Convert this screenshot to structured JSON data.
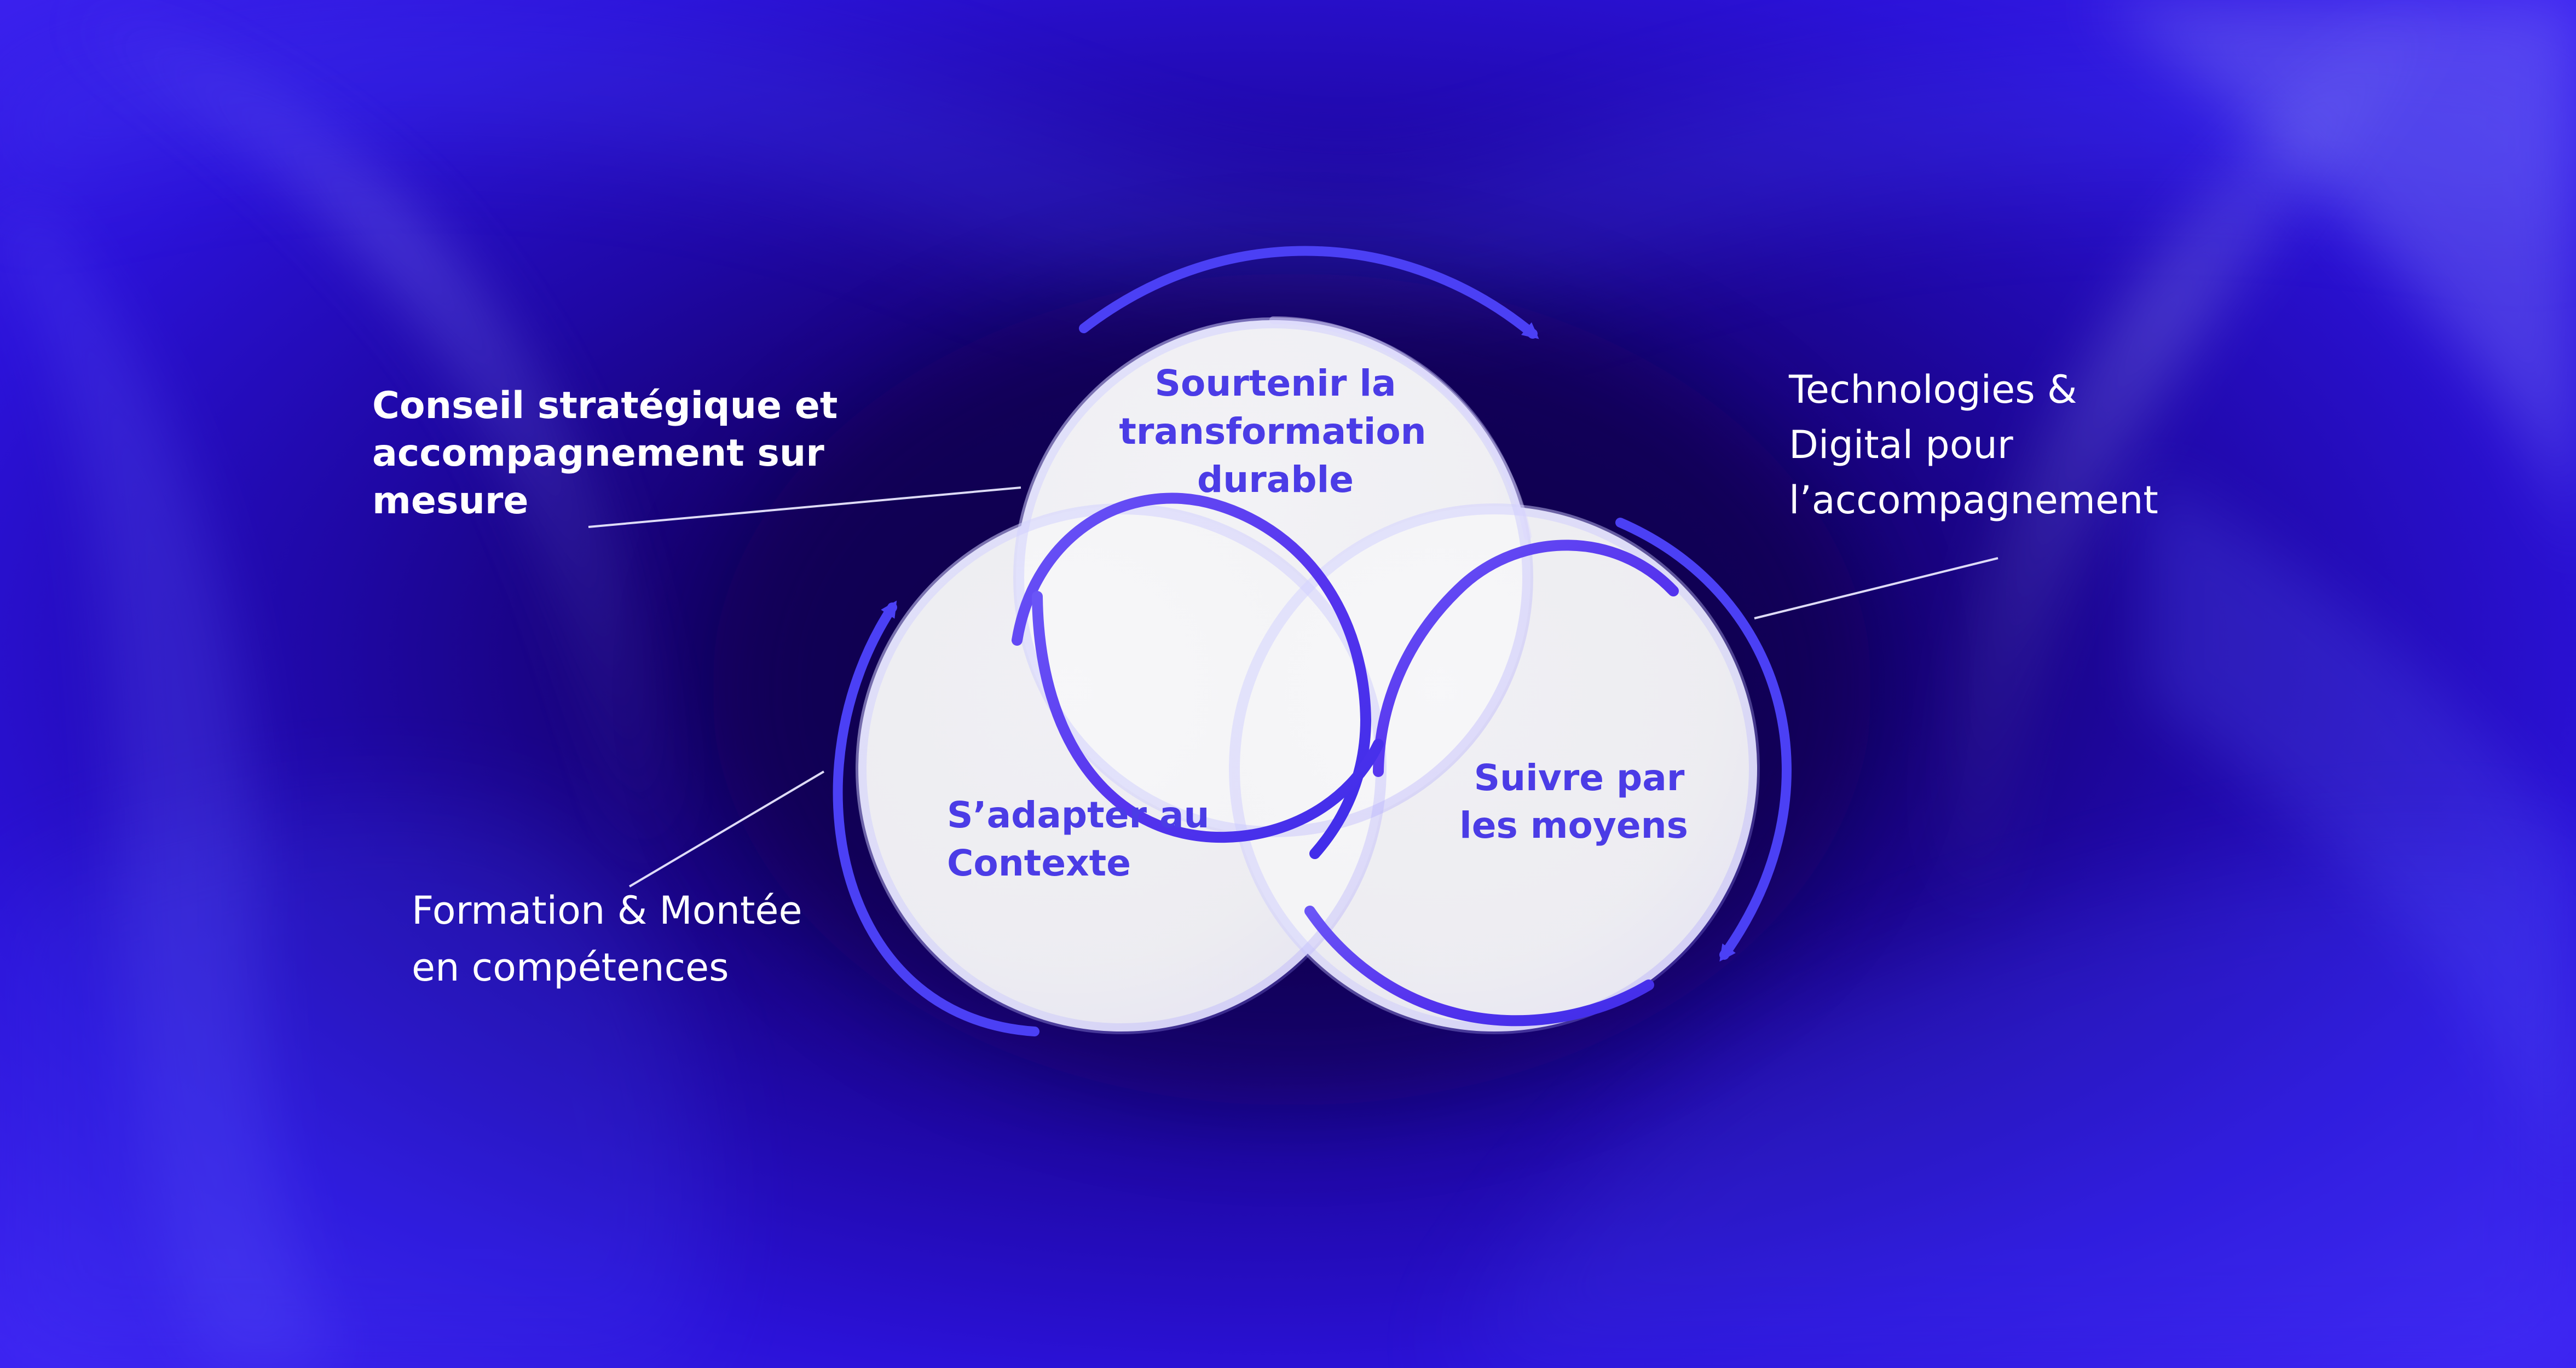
{
  "diagram": {
    "circles": {
      "top": {
        "lines": [
          "Sourtenir la",
          "transformation",
          "durable"
        ]
      },
      "left": {
        "lines": [
          "S’adapter au",
          "Contexte"
        ]
      },
      "right": {
        "lines": [
          "Suivre par",
          "les moyens"
        ]
      }
    },
    "callouts": {
      "top_left": {
        "lines": [
          "Conseil stratégique et",
          "accompagnement sur",
          "mesure"
        ]
      },
      "right": {
        "lines": [
          "Technologies &",
          "Digital pour",
          "l’accompagnement"
        ]
      },
      "bottom_left": {
        "lines": [
          "Formation & Montée",
          "en compétences"
        ]
      }
    },
    "colors": {
      "background_deep": "#140062",
      "background_mid": "#2B12D8",
      "background_light": "#5B5CFF",
      "circle_fill": "#F4F4F6",
      "ring_stroke": "#5A3DF0",
      "arrow_stroke": "#4B40F5",
      "circle_text": "#4B3CE6",
      "label_text": "#FFFFFF"
    }
  }
}
